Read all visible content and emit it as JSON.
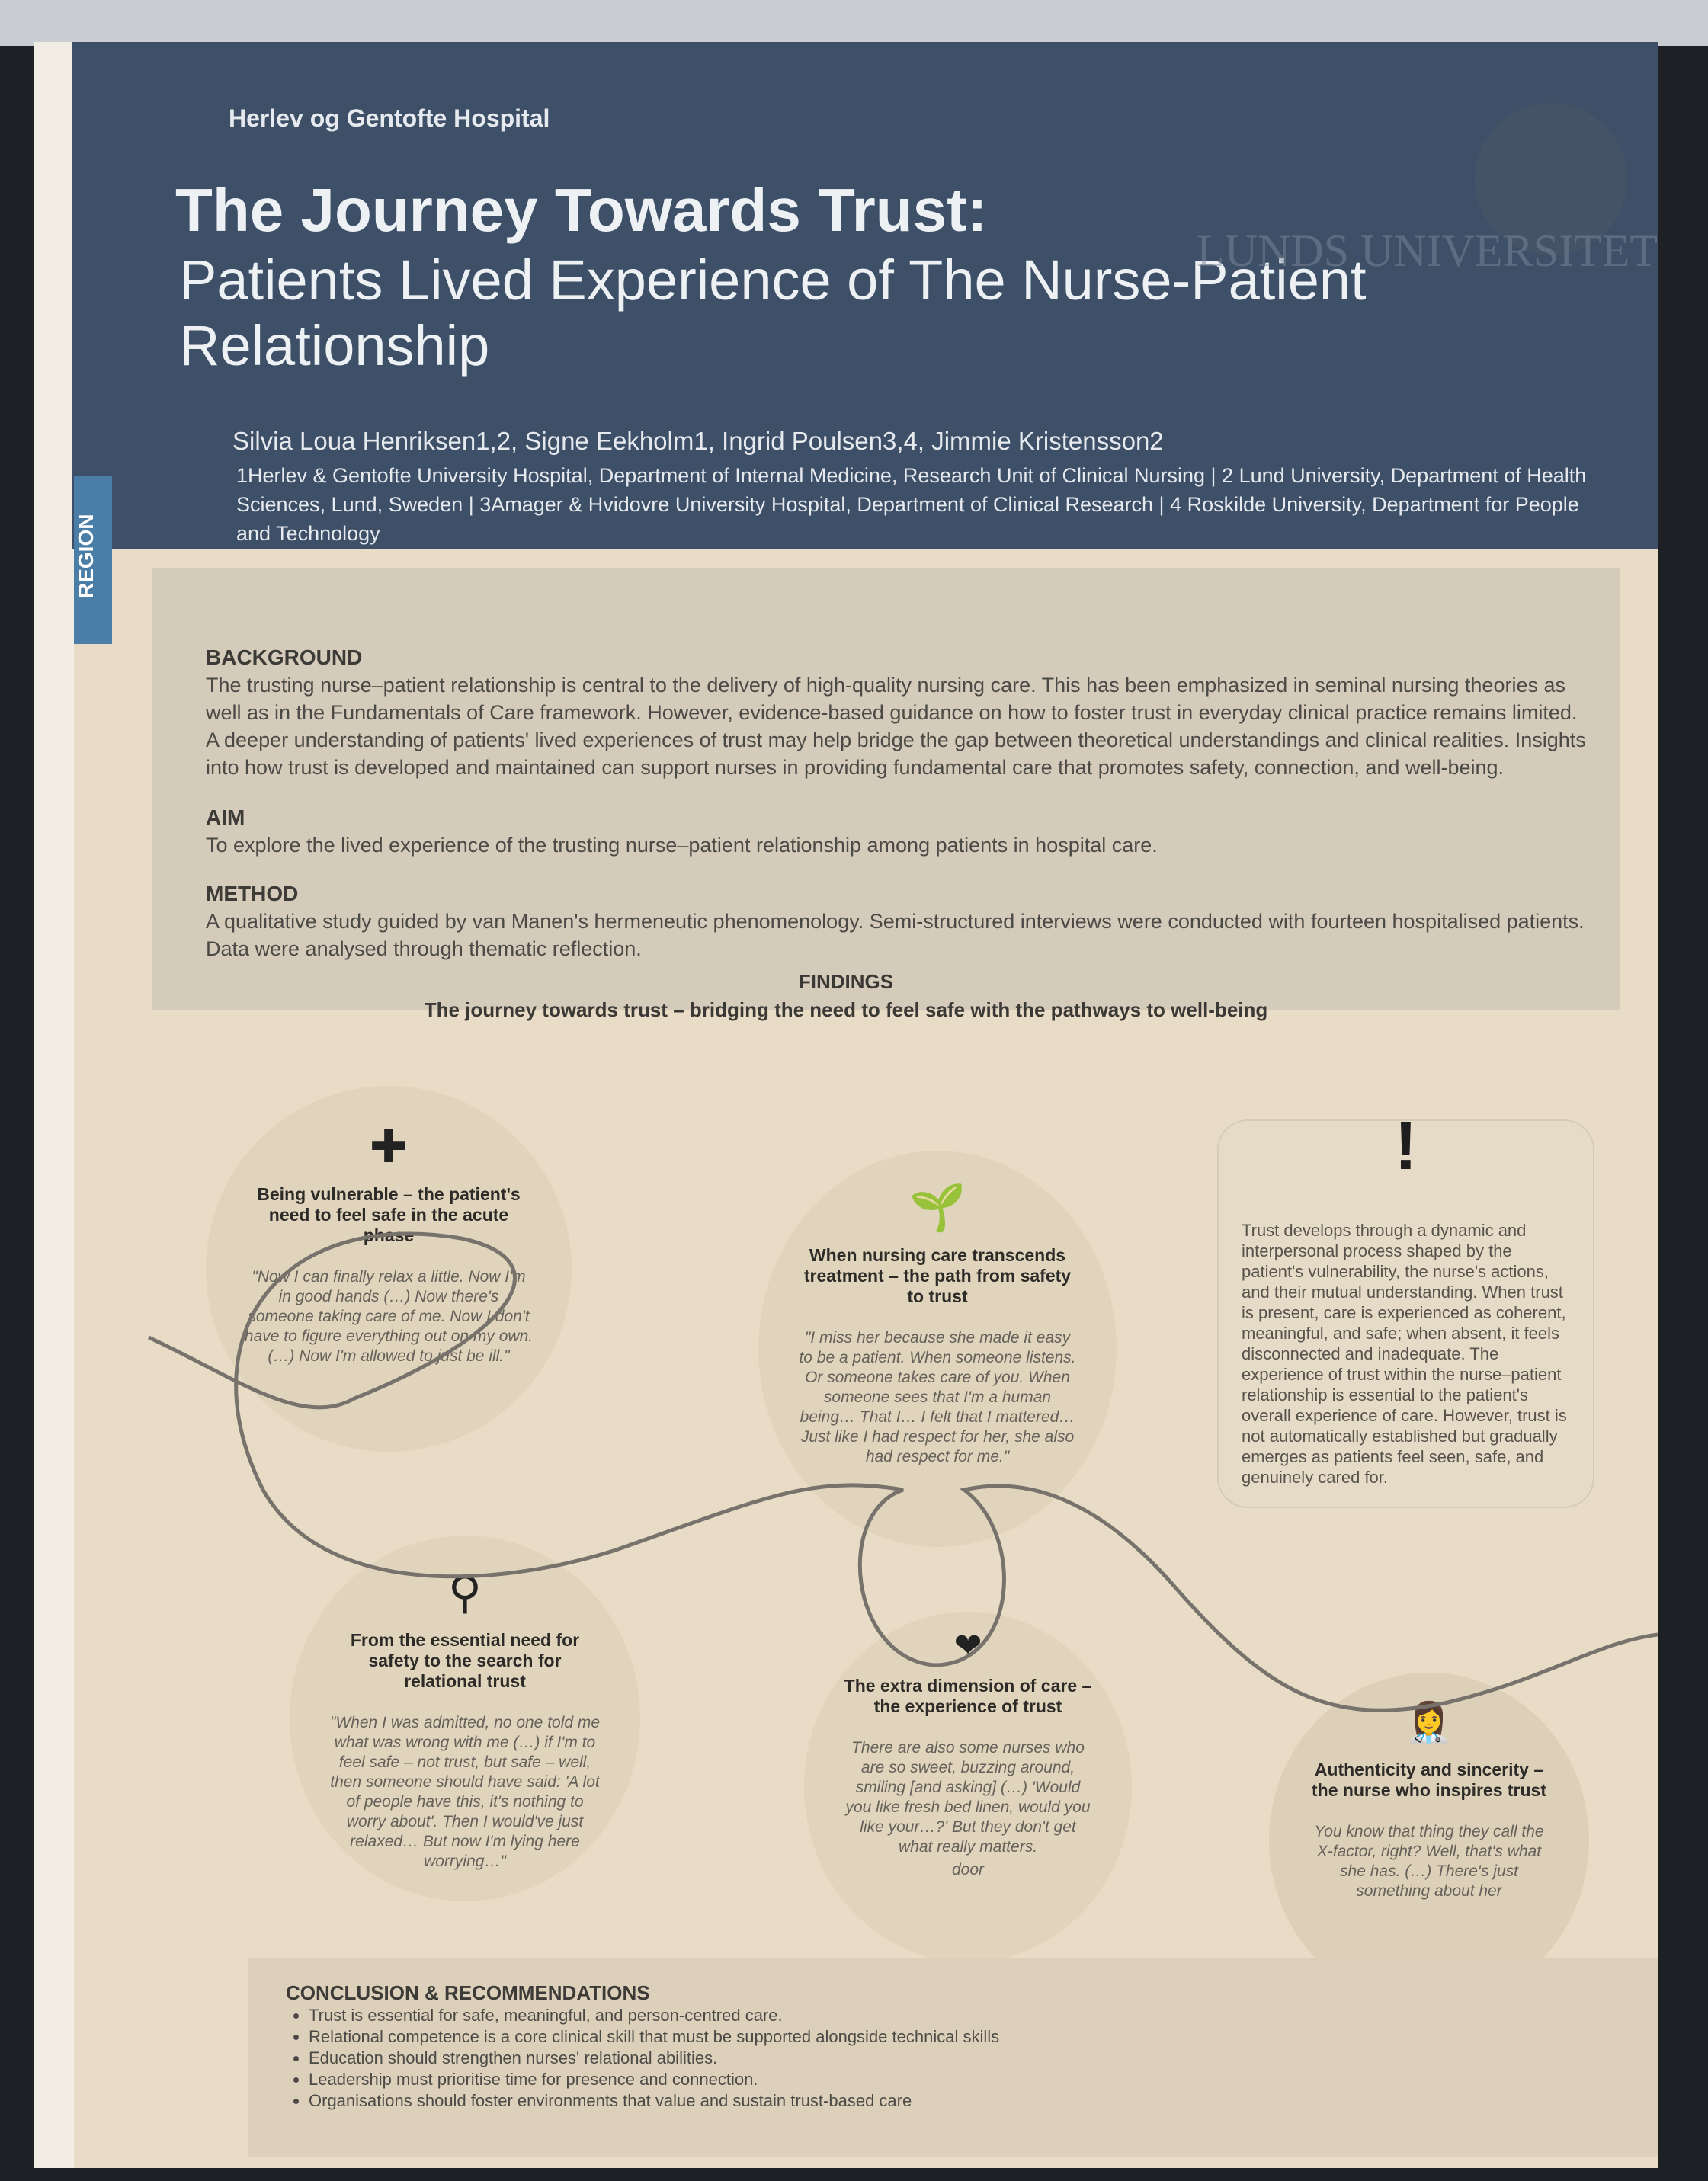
{
  "header": {
    "hospital": "Herlev og Gentofte Hospital",
    "title_line1": "The Journey Towards Trust:",
    "title_line2": "Patients Lived Experience of The Nurse-Patient Relationship",
    "authors": "Silvia Loua Henriksen1,2, Signe Eekholm1, Ingrid Poulsen3,4, Jimmie Kristensson2",
    "affiliations": "1Herlev & Gentofte University Hospital, Department of Internal Medicine, Research Unit of Clinical Nursing | 2 Lund University, Department of Health Sciences, Lund, Sweden | 3Amager & Hvidovre University Hospital, Department of Clinical Research | 4 Roskilde University, Department for People and Technology",
    "region_label": "REGION",
    "lund_logo": "LUNDS UNIVERSITET"
  },
  "background": {
    "heading": "BACKGROUND",
    "text": "The trusting nurse–patient relationship is central to the delivery of high-quality nursing care. This has been emphasized in seminal nursing theories as well as in the Fundamentals of Care framework. However, evidence-based guidance on how to foster trust in everyday clinical practice remains limited. A deeper understanding of patients' lived experiences of trust may help bridge the gap between theoretical understandings and clinical realities. Insights into how trust is developed and maintained can support nurses in providing fundamental care that promotes safety, connection, and well-being."
  },
  "aim": {
    "heading": "AIM",
    "text": "To explore the lived experience of the trusting nurse–patient relationship among patients in hospital care."
  },
  "method": {
    "heading": "METHOD",
    "text": "A qualitative study guided by van Manen's hermeneutic phenomenology. Semi-structured interviews were conducted with fourteen hospitalised patients. Data were analysed through thematic reflection."
  },
  "findings": {
    "heading": "FINDINGS",
    "subtitle": "The journey towards trust – bridging the need to feel safe with the pathways to well-being",
    "themes": [
      {
        "icon": "medical-cross-icon",
        "title": "Being vulnerable – the patient's need to feel safe in the acute phase",
        "quote": "\"Now I can finally relax a little. Now I'm in good hands (…) Now there's someone taking care of me. Now I don't have to figure everything out on my own. (…) Now I'm allowed to just be ill.\""
      },
      {
        "icon": "plant-in-hand-icon",
        "title": "When nursing care transcends treatment – the path from safety to trust",
        "quote": "\"I miss her because she made it easy to be a patient. When someone listens. Or someone takes care of you. When someone sees that I'm a human being… That I… I felt that I mattered… Just like I had respect for her, she also had respect for me.\""
      },
      {
        "icon": "search-icon",
        "title": "From the essential need for safety to the search for relational trust",
        "quote": "\"When I was admitted, no one told me what was wrong with me (…) if I'm to feel safe – not trust, but safe – well, then someone should have said: 'A lot of people have this, it's nothing to worry about'. Then I would've just relaxed… But now I'm lying here worrying…\""
      },
      {
        "icon": "heart-in-hand-icon",
        "title": "The extra dimension of care – the experience of trust",
        "quote": "There are also some nurses who are so sweet, buzzing around, smiling [and asking] (…) 'Would you like fresh bed linen, would you like your…?' But they don't get what really matters.",
        "extra": "door"
      },
      {
        "icon": "nurse-icon",
        "title": "Authenticity and sincerity – the nurse who inspires trust",
        "quote": "You know that thing they call the X-factor, right? Well, that's what she has. (…) There's just something about her"
      }
    ],
    "summary_icon": "exclamation-icon",
    "summary": "Trust develops through a dynamic and interpersonal process shaped by the patient's vulnerability, the nurse's actions, and their mutual understanding. When trust is present, care is experienced as coherent, meaningful, and safe; when absent, it feels disconnected and inadequate. The experience of trust within the nurse–patient relationship is essential to the patient's overall experience of care. However, trust is not automatically established but gradually emerges as patients feel seen, safe, and genuinely cared for."
  },
  "conclusion": {
    "heading": "CONCLUSION & RECOMMENDATIONS",
    "items": [
      "Trust is essential for safe, meaningful, and person-centred care.",
      "Relational competence is a core clinical skill that must be supported alongside technical skills",
      "Education should strengthen nurses' relational abilities.",
      "Leadership must prioritise time for presence and connection.",
      "Organisations should foster environments that value and sustain trust-based care"
    ]
  }
}
